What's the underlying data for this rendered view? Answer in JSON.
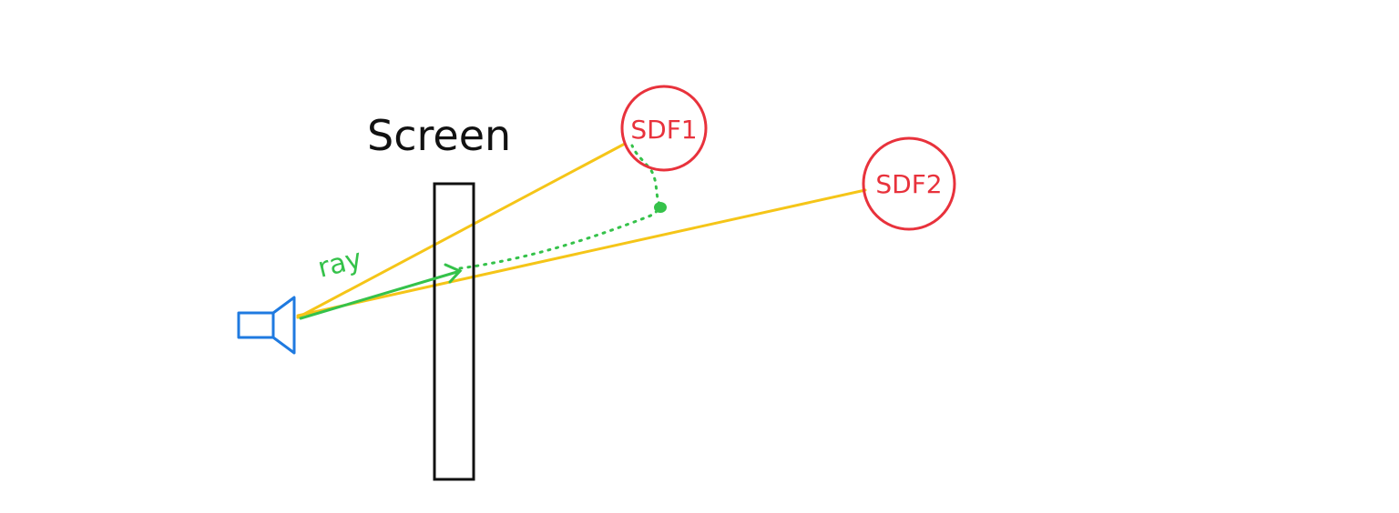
{
  "labels": {
    "screen": "Screen",
    "ray": "ray",
    "sdf1": "SDF1",
    "sdf2": "SDF2"
  },
  "colors": {
    "camera": "#1f7ae0",
    "screen": "#111111",
    "sight_lines": "#f5c518",
    "ray": "#35c24a",
    "sdf": "#e8323c",
    "background": "#ffffff"
  },
  "icons": {
    "camera": "camera-icon"
  }
}
